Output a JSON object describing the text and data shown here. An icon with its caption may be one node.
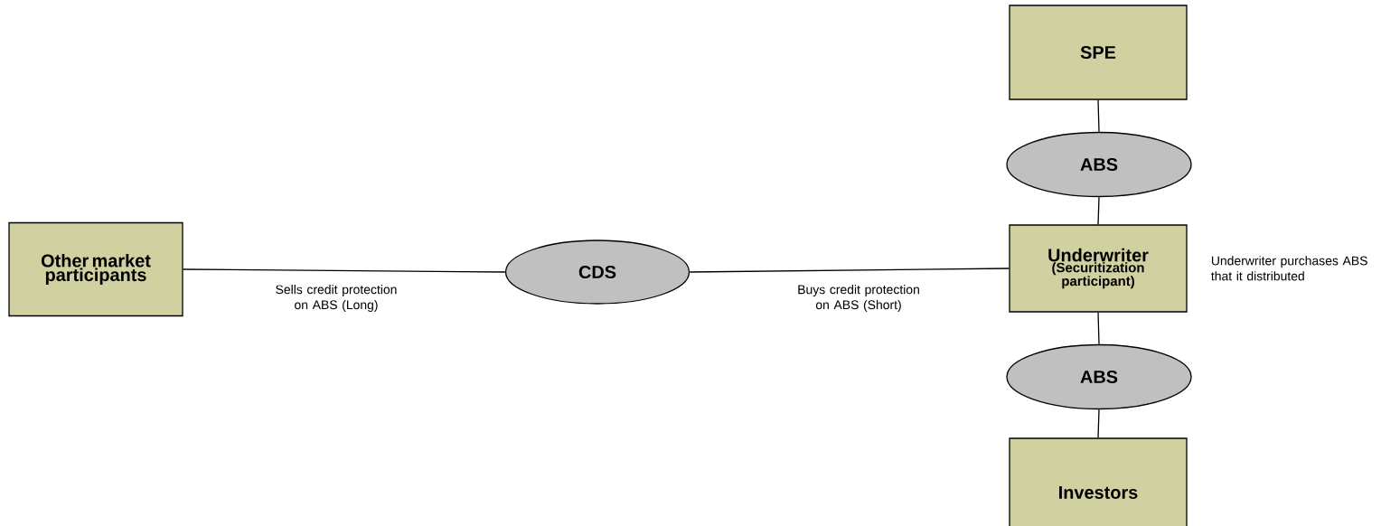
{
  "diagram": {
    "nodes": [
      {
        "text": [
          "SPE"
        ]
      },
      {
        "text": [
          "ABS"
        ]
      },
      {
        "text": [
          "Underwriter",
          "(Securitization participant)"
        ],
        "beside": [
          "Underwriter purchases ABS that it distributed"
        ]
      },
      {
        "text": [
          "Other market participants"
        ]
      },
      {
        "text": [
          "CDS"
        ]
      },
      {
        "text": [
          "ABS"
        ]
      },
      {
        "text": [
          "Investors"
        ]
      }
    ],
    "edges": [
      {
        "from": 0,
        "to": 1,
        "arrow": "none"
      },
      {
        "from": 1,
        "to": 2,
        "arrow": "none"
      },
      {
        "from": 3,
        "to": 4,
        "arrow": "none",
        "label": "Sells credit protection on ABS (Long)"
      },
      {
        "from": 4,
        "to": 2,
        "arrow": "none",
        "label": "Buys credit protection on ABS (Short)"
      },
      {
        "from": 2,
        "to": 5,
        "arrow": "none"
      },
      {
        "from": 5,
        "to": 6,
        "arrow": "none"
      }
    ]
  }
}
